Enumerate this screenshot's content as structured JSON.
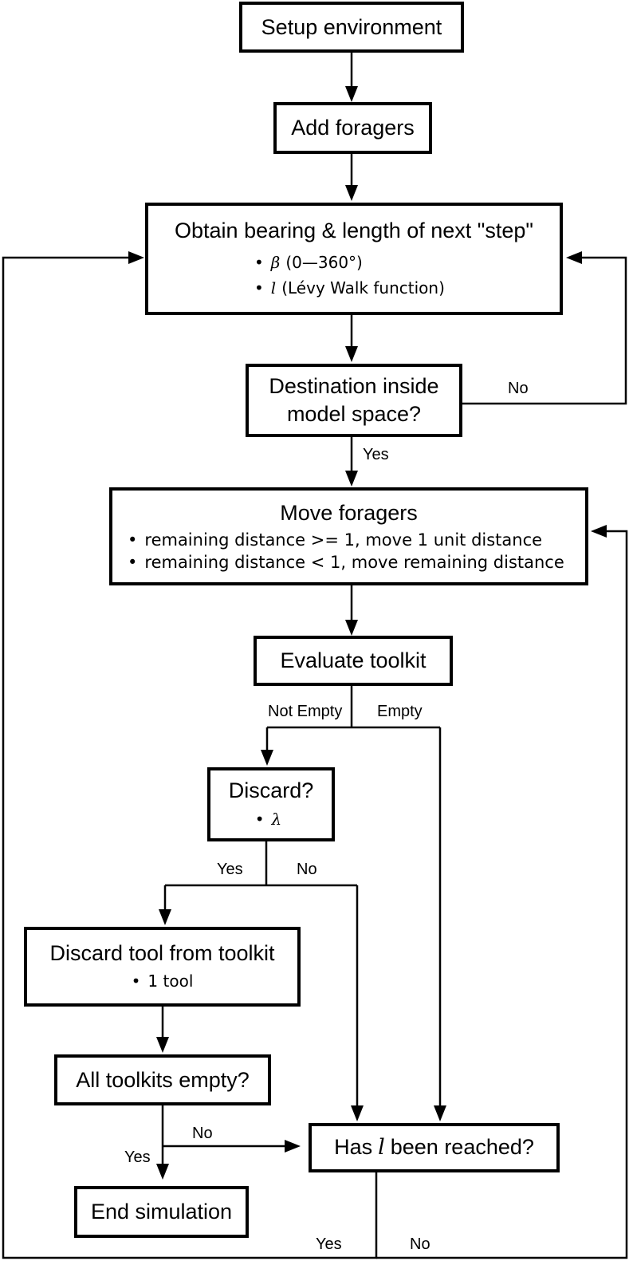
{
  "diagram": {
    "background_color": "#ffffff",
    "line_color": "#000000",
    "text_color": "#000000"
  },
  "nodes": {
    "setup": {
      "title": "Setup environment"
    },
    "add_foragers": {
      "title": "Add foragers"
    },
    "obtain_step": {
      "title": "Obtain bearing & length of next \"step\"",
      "bullets": [
        {
          "dot": "•",
          "symbol": "β",
          "text": "(0—360°)"
        },
        {
          "dot": "•",
          "symbol": "l",
          "text": "(Lévy Walk function)"
        }
      ]
    },
    "destination": {
      "title_line1": "Destination inside",
      "title_line2": "model space?"
    },
    "move_foragers": {
      "title": "Move foragers",
      "bullets": [
        {
          "dot": "•",
          "text": "remaining distance >= 1, move 1 unit distance"
        },
        {
          "dot": "•",
          "text": "remaining distance < 1, move remaining distance"
        }
      ]
    },
    "evaluate_toolkit": {
      "title": "Evaluate toolkit"
    },
    "discard_question": {
      "title": "Discard?",
      "bullets": [
        {
          "dot": "•",
          "symbol": "λ",
          "text": ""
        }
      ]
    },
    "discard_tool": {
      "title": "Discard tool from toolkit",
      "bullets": [
        {
          "dot": "•",
          "text": "1 tool"
        }
      ]
    },
    "all_toolkits_empty": {
      "title": "All toolkits empty?"
    },
    "has_l_reached": {
      "prefix": "Has",
      "symbol": "l",
      "suffix": "been reached?"
    },
    "end_simulation": {
      "title": "End simulation"
    }
  },
  "edge_labels": {
    "destination_no": "No",
    "destination_yes": "Yes",
    "evaluate_not_empty": "Not Empty",
    "evaluate_empty": "Empty",
    "discard_yes": "Yes",
    "discard_no": "No",
    "all_empty_no": "No",
    "all_empty_yes": "Yes",
    "has_l_yes": "Yes",
    "has_l_no": "No"
  }
}
